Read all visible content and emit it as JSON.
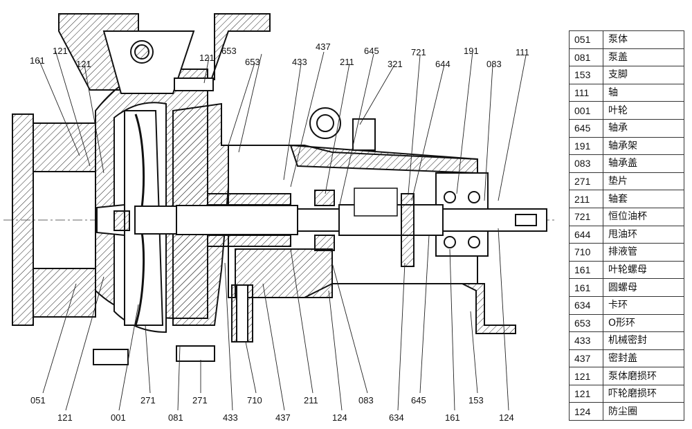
{
  "callouts_top": [
    "161",
    "121",
    "121",
    "121",
    "653",
    "653",
    "437",
    "433",
    "211",
    "645",
    "321",
    "721",
    "644",
    "191",
    "083",
    "111"
  ],
  "callouts_bottom": [
    "051",
    "121",
    "001",
    "271",
    "081",
    "271",
    "433",
    "710",
    "437",
    "211",
    "124",
    "083",
    "634",
    "645",
    "161",
    "153",
    "124"
  ],
  "parts": [
    {
      "code": "051",
      "name": "泵体"
    },
    {
      "code": "081",
      "name": "泵盖"
    },
    {
      "code": "153",
      "name": "支脚"
    },
    {
      "code": "111",
      "name": "轴"
    },
    {
      "code": "001",
      "name": "叶轮"
    },
    {
      "code": "645",
      "name": "轴承"
    },
    {
      "code": "191",
      "name": "轴承架"
    },
    {
      "code": "083",
      "name": "轴承盖"
    },
    {
      "code": "271",
      "name": "垫片"
    },
    {
      "code": "211",
      "name": "轴套"
    },
    {
      "code": "721",
      "name": "恒位油杯"
    },
    {
      "code": "644",
      "name": "甩油环"
    },
    {
      "code": "710",
      "name": "排液管"
    },
    {
      "code": "161",
      "name": "叶轮螺母"
    },
    {
      "code": "161",
      "name": "圆螺母"
    },
    {
      "code": "634",
      "name": "卡环"
    },
    {
      "code": "653",
      "name": "O形环"
    },
    {
      "code": "433",
      "name": "机械密封"
    },
    {
      "code": "437",
      "name": "密封盖"
    },
    {
      "code": "121",
      "name": "泵体磨损环"
    },
    {
      "code": "121",
      "name": "吓轮磨损环"
    },
    {
      "code": "124",
      "name": "防尘圈"
    }
  ]
}
